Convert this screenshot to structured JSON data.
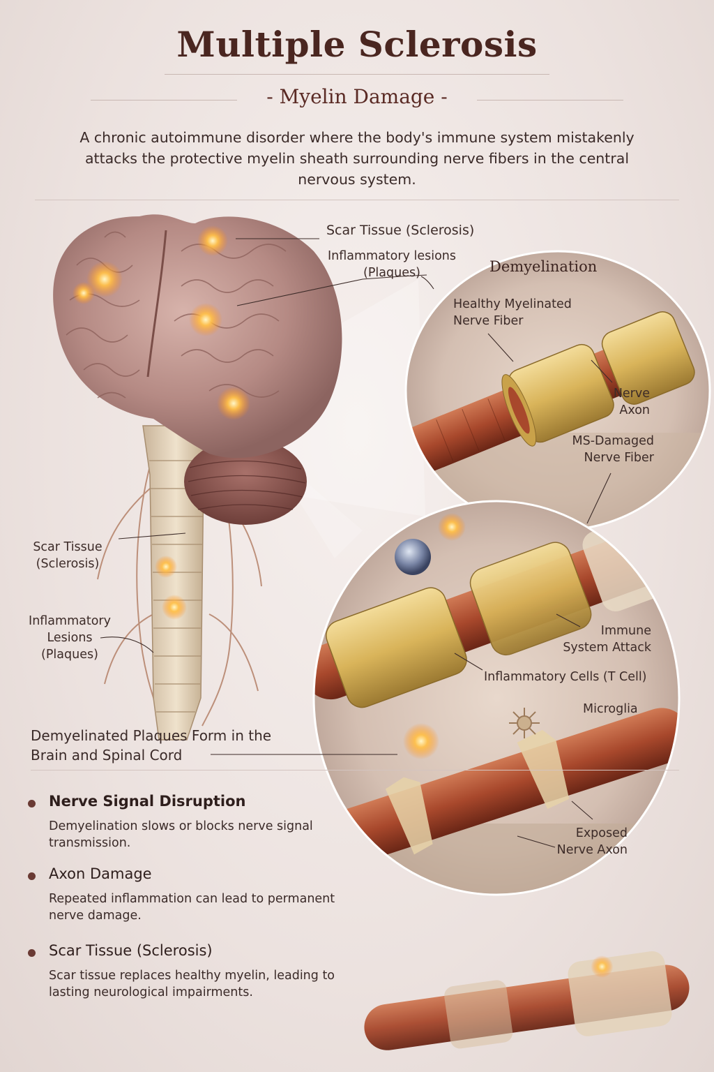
{
  "header": {
    "title": "Multiple Sclerosis",
    "subtitle": "- Myelin Damage -",
    "intro": "A chronic autoimmune disorder where the body's immune system mistakenly attacks the protective myelin sheath surrounding nerve fibers in the central nervous system."
  },
  "brain_labels": {
    "scar_top": "Scar Tissue (Sclerosis)",
    "lesions_top_line1": "Inflammatory lesions",
    "lesions_top_line2": "(Plaques)",
    "scar_spine_line1": "Scar Tissue",
    "scar_spine_line2": "(Sclerosis)",
    "lesions_spine_line1": "Inflammatory",
    "lesions_spine_line2": "Lesions",
    "lesions_spine_line3": "(Plaques)"
  },
  "demyelination": {
    "title": "Demyelination",
    "healthy_line1": "Healthy Myelinated",
    "healthy_line2": "Nerve Fiber",
    "axon_line1": "Nerve",
    "axon_line2": "Axon",
    "damaged_line1": "MS-Damaged",
    "damaged_line2": "Nerve Fiber",
    "immune_line1": "Immune",
    "immune_line2": "System Attack",
    "tcell": "Inflammatory Cells (T Cell)",
    "microglia": "Microglia",
    "exposed_line1": "Exposed",
    "exposed_line2": "Nerve Axon"
  },
  "caption": {
    "line1": "Demyelinated Plaques Form in the",
    "line2": "Brain and Spinal Cord"
  },
  "bullets": [
    {
      "heading": "Nerve Signal Disruption",
      "text": "Demyelination slows or blocks nerve signal transmission."
    },
    {
      "heading": "Axon Damage",
      "text": "Repeated inflammation can lead to permanent nerve damage."
    },
    {
      "heading": "Scar Tissue (Sclerosis)",
      "text": "Scar tissue replaces healthy myelin, leading to lasting neurological impairments."
    }
  ],
  "colors": {
    "title": "#4a2620",
    "axon": "#a8482c",
    "myelin": "#d9b45a",
    "lesion_glow": "#ffb43a",
    "brain": "#b58a84"
  }
}
